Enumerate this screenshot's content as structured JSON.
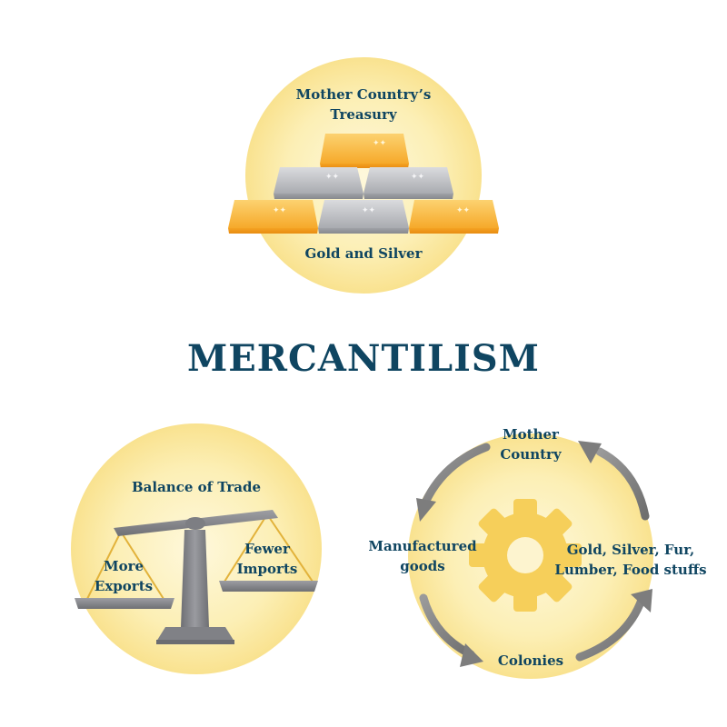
{
  "title": "MERCANTILISM",
  "colors": {
    "text": "#0f4561",
    "circle_center": "#fdf3c6",
    "circle_edge": "#f9e08f",
    "gold": "#f8b93a",
    "silver": "#b9bbbf",
    "gear": "#f5cf5d",
    "arrow": "#8a8a8a",
    "scale": "#7a7b80"
  },
  "treasury": {
    "title_line1": "Mother Country’s",
    "title_line2": "Treasury",
    "caption": "Gold and Silver"
  },
  "trade": {
    "title": "Balance of Trade",
    "left_line1": "More",
    "left_line2": "Exports",
    "right_line1": "Fewer",
    "right_line2": "Imports"
  },
  "cycle": {
    "top_line1": "Mother",
    "top_line2": "Country",
    "left_line1": "Manufactured",
    "left_line2": "goods",
    "right_line1": "Gold, Silver, Fur,",
    "right_line2": "Lumber, Food stuffs",
    "bottom": "Colonies"
  },
  "icons": [
    "gold-bar-icon",
    "silver-bar-icon",
    "balance-scale-icon",
    "gear-icon",
    "cycle-arrow-icon"
  ]
}
